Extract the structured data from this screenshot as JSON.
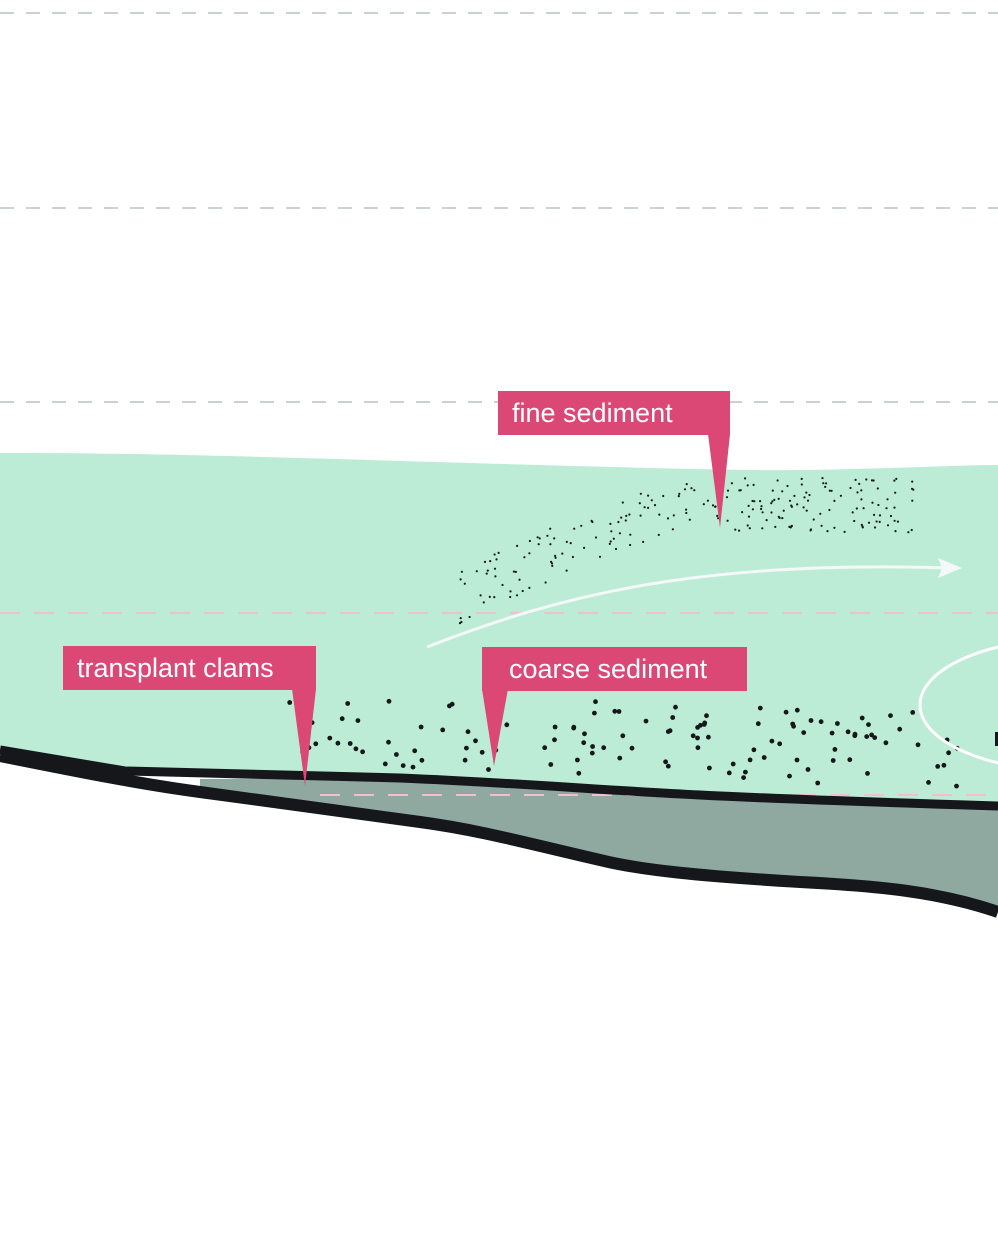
{
  "labels": {
    "fine_sediment": "fine sediment",
    "transplant_clams": "transplant clams",
    "coarse_sediment": "coarse sediment"
  },
  "colors": {
    "water": "#bcecd6",
    "bed": "#8fa8a0",
    "outline": "#16171a",
    "callout": "#dc4876",
    "grid_dash": "#b8c4c0",
    "pink_dash": "#f0c0d2"
  }
}
